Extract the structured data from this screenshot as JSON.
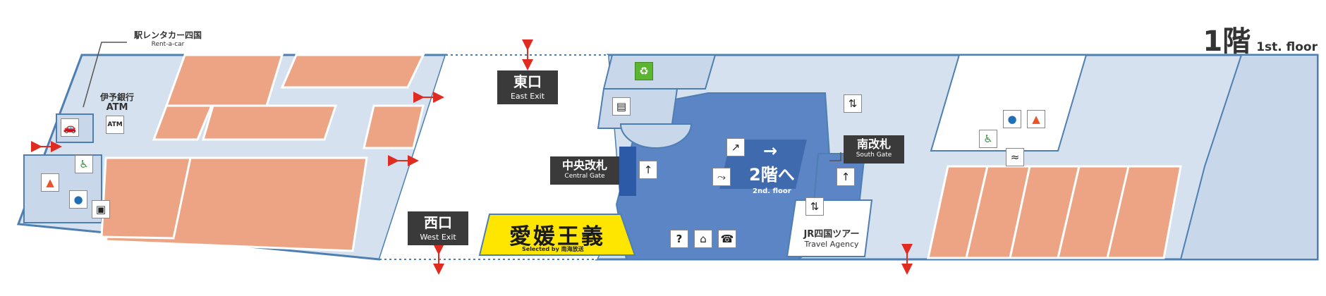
{
  "floor": {
    "number_label": "1階",
    "english_label": "1st. floor"
  },
  "exits": {
    "east": {
      "jp": "東口",
      "en": "East Exit"
    },
    "west": {
      "jp": "西口",
      "en": "West Exit"
    }
  },
  "gates": {
    "central": {
      "jp": "中央改札",
      "en": "Central Gate"
    },
    "south": {
      "jp": "南改札",
      "en": "South Gate"
    }
  },
  "to_second_floor": {
    "jp": "2階へ",
    "en": "2nd. floor"
  },
  "rent_a_car": {
    "jp": "駅レンタカー四国",
    "en": "Rent-a-car"
  },
  "atm": {
    "jp": "伊予銀行",
    "en": "ATM"
  },
  "travel_agency": {
    "jp": "JR四国ツアー",
    "en": "Travel Agency"
  },
  "shop": {
    "name": "愛媛王義",
    "sub": "Selected by 南海放送"
  },
  "colors": {
    "floor_base": "#d5e1ee",
    "outline": "#4d7fb2",
    "concourse": "#5b85c5",
    "shop": "#eda485",
    "label_bg": "#3a3a3a",
    "shop_highlight": "#ffe600",
    "exit_arrow": "#e02b20"
  },
  "icons": [
    "rent-a-car-icon",
    "atm-icon",
    "wheelchair-icon",
    "womens-restroom-icon",
    "mens-restroom-icon",
    "coin-locker-icon",
    "eco-recycle-icon",
    "ticket-office-icon",
    "elevator-icon",
    "stairs-icon",
    "escalator-icon",
    "information-icon",
    "waiting-room-icon",
    "telephone-icon",
    "smoking-area-icon"
  ]
}
